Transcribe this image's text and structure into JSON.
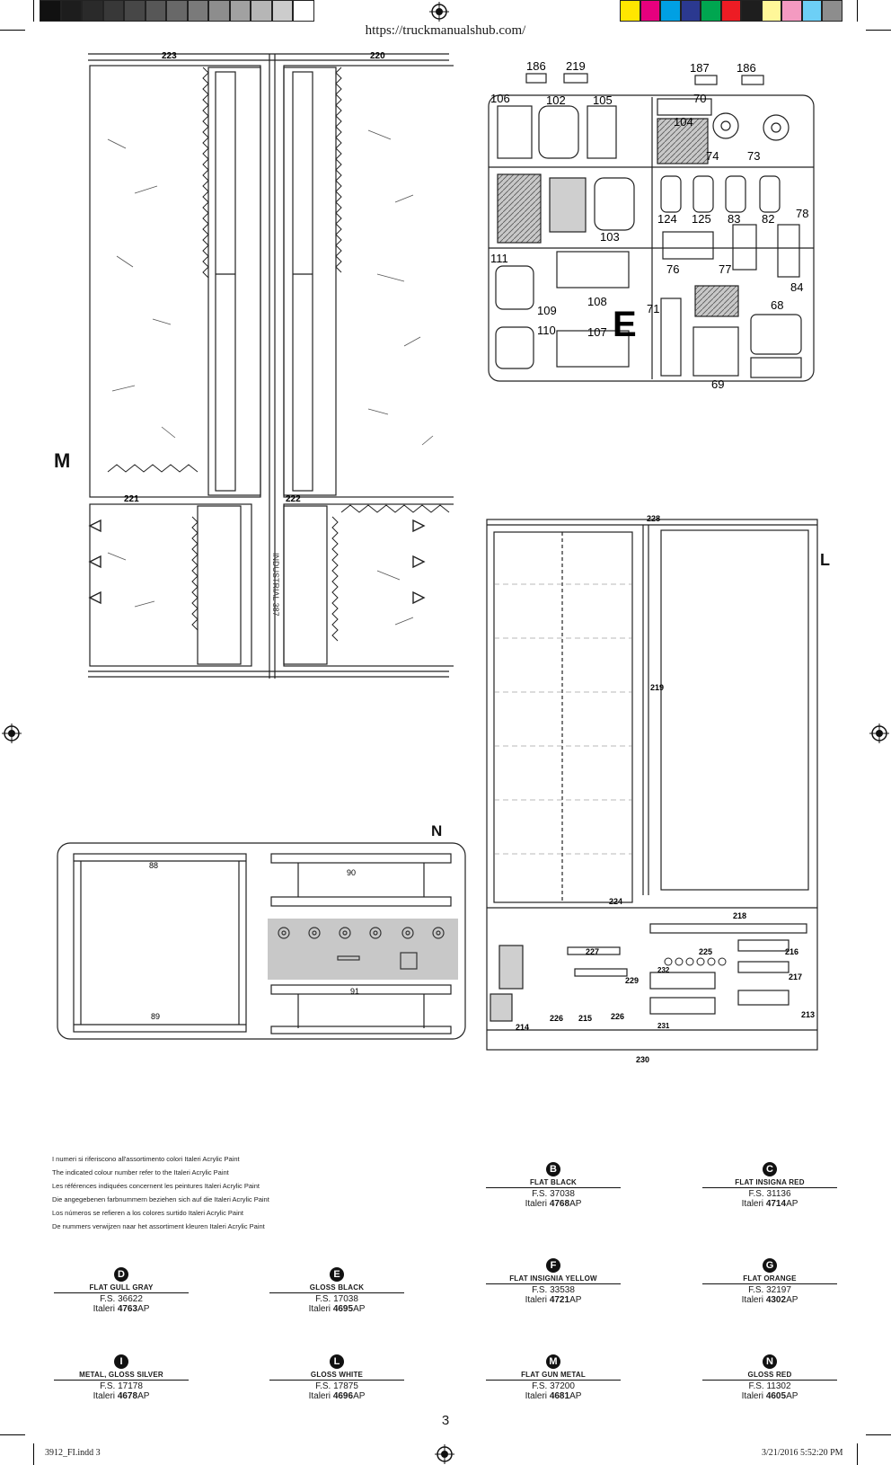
{
  "header": {
    "url": "https://truckmanualshub.com/"
  },
  "swatches_gray": [
    "#111111",
    "#1d1d1d",
    "#2a2a2a",
    "#383838",
    "#474747",
    "#575757",
    "#686868",
    "#7a7a7a",
    "#8d8d8d",
    "#a1a1a1",
    "#b6b6b6",
    "#cccccc",
    "#ffffff"
  ],
  "swatches_color": [
    "#ffe600",
    "#e6007e",
    "#00a0e3",
    "#2b3990",
    "#00a650",
    "#ed1c24",
    "#1e1e1e",
    "#fff799",
    "#f49ac1",
    "#6dcff6",
    "#8d8d8d"
  ],
  "sheets": {
    "M": {
      "letter": "M",
      "parts": [
        "223",
        "220",
        "221",
        "222"
      ],
      "stamp": "INDUSTRIAL 387"
    },
    "E": {
      "letter": "E",
      "parts": [
        "186",
        "219",
        "187",
        "186",
        "106",
        "102",
        "105",
        "70",
        "104",
        "74",
        "73",
        "124",
        "125",
        "83",
        "82",
        "78",
        "103",
        "111",
        "76",
        "77",
        "84",
        "108",
        "71",
        "68",
        "109",
        "110",
        "107",
        "69"
      ]
    },
    "L": {
      "letter": "L",
      "parts": [
        "228",
        "219",
        "224",
        "218",
        "225",
        "216",
        "227",
        "217",
        "229",
        "232",
        "213",
        "226",
        "215",
        "226",
        "214",
        "231",
        "230"
      ]
    },
    "N": {
      "letter": "N",
      "parts": [
        "88",
        "90",
        "91",
        "89"
      ]
    }
  },
  "notes": [
    "I numeri si riferiscono all'assortimento colori Italeri Acrylic Paint",
    "The indicated colour number refer to the Italeri Acrylic Paint",
    "Les références indiquées concernent les peintures Italeri Acrylic Paint",
    "Die angegebenen farbnummern beziehen sich auf die Italeri Acrylic Paint",
    "Los números se refieren a los colores surtido Italeri Acrylic Paint",
    "De nummers verwijzen naar het assortiment kleuren Italeri Acrylic Paint"
  ],
  "paints": [
    {
      "code": "B",
      "name": "Flat Black",
      "fs": "F.S. 37038",
      "brand": "Italeri",
      "num": "4768",
      "suffix": "AP"
    },
    {
      "code": "C",
      "name": "Flat Insigna Red",
      "fs": "F.S. 31136",
      "brand": "Italeri",
      "num": "4714",
      "suffix": "AP"
    },
    {
      "code": "D",
      "name": "Flat Gull Gray",
      "fs": "F.S. 36622",
      "brand": "Italeri",
      "num": "4763",
      "suffix": "AP"
    },
    {
      "code": "E",
      "name": "Gloss Black",
      "fs": "F.S. 17038",
      "brand": "Italeri",
      "num": "4695",
      "suffix": "AP"
    },
    {
      "code": "F",
      "name": "Flat Insignia Yellow",
      "fs": "F.S. 33538",
      "brand": "Italeri",
      "num": "4721",
      "suffix": "AP"
    },
    {
      "code": "G",
      "name": "Flat Orange",
      "fs": "F.S. 32197",
      "brand": "Italeri",
      "num": "4302",
      "suffix": "AP"
    },
    {
      "code": "I",
      "name": "Metal, Gloss Silver",
      "fs": "F.S. 17178",
      "brand": "Italeri",
      "num": "4678",
      "suffix": "AP"
    },
    {
      "code": "L",
      "name": "Gloss White",
      "fs": "F.S. 17875",
      "brand": "Italeri",
      "num": "4696",
      "suffix": "AP"
    },
    {
      "code": "M",
      "name": "Flat Gun Metal",
      "fs": "F.S. 37200",
      "brand": "Italeri",
      "num": "4681",
      "suffix": "AP"
    },
    {
      "code": "N",
      "name": "Gloss Red",
      "fs": "F.S. 11302",
      "brand": "Italeri",
      "num": "4605",
      "suffix": "AP"
    }
  ],
  "page_number": "3",
  "footer": {
    "file": "3912_FI.indd   3",
    "timestamp": "3/21/2016   5:52:20 PM"
  }
}
